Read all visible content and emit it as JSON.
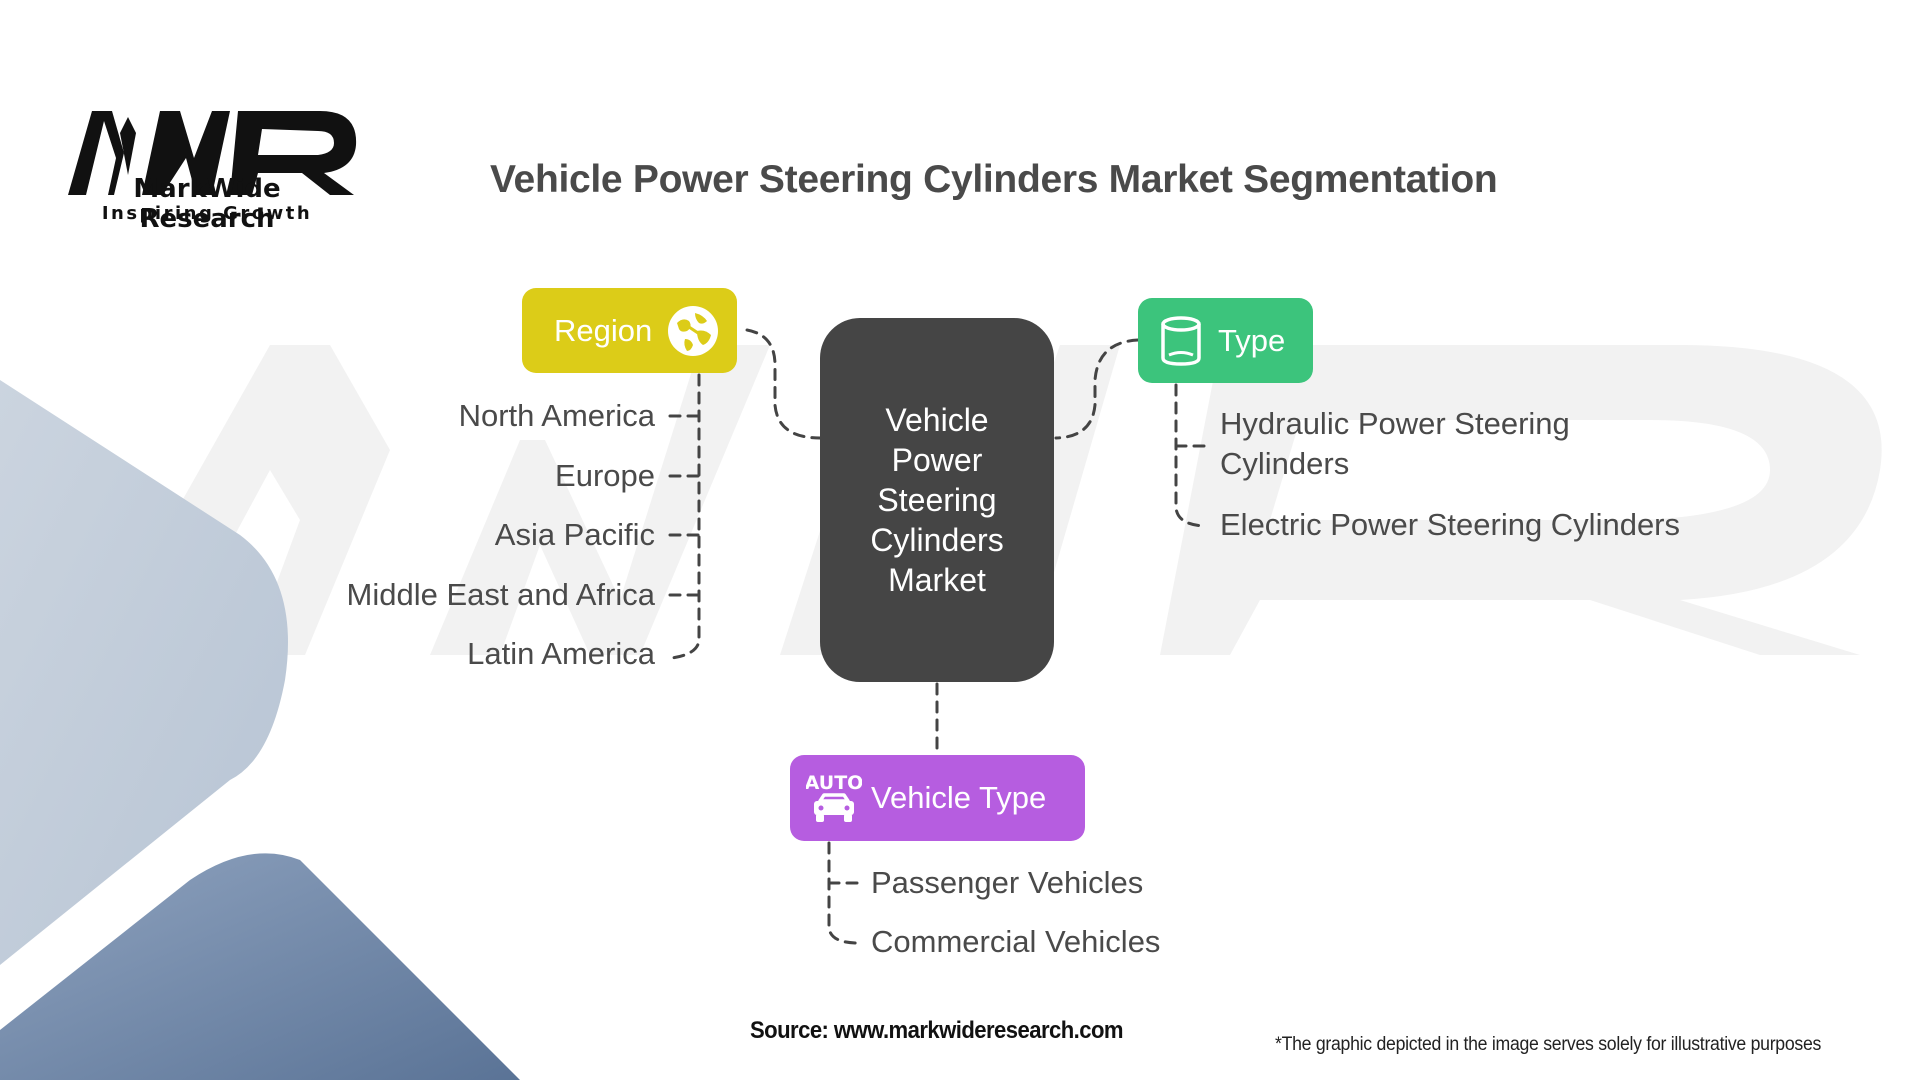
{
  "brand": {
    "logo_letters": "MWR",
    "name": "MarkWide Research",
    "tagline": "Inspiring Growth"
  },
  "title": "Vehicle Power Steering Cylinders Market Segmentation",
  "center": {
    "label": "Vehicle Power Steering Cylinders Market"
  },
  "segments": {
    "region": {
      "label": "Region",
      "icon": "globe-icon",
      "color": "#dccc18",
      "items": [
        "North America",
        "Europe",
        "Asia Pacific",
        "Middle East and Africa",
        "Latin America"
      ]
    },
    "type": {
      "label": "Type",
      "icon": "cylinder-icon",
      "color": "#3cc47c",
      "items": [
        "Hydraulic Power Steering Cylinders",
        "Electric Power Steering Cylinders"
      ],
      "item_lines": [
        [
          "Hydraulic Power Steering",
          "Cylinders"
        ],
        [
          "Electric Power Steering Cylinders"
        ]
      ]
    },
    "vehicle_type": {
      "label": "Vehicle Type",
      "icon": "auto-car-icon",
      "icon_text": "AUTO",
      "color": "#b65de0",
      "items": [
        "Passenger Vehicles",
        "Commercial Vehicles"
      ]
    }
  },
  "center_color": "#454545",
  "footer": {
    "source": "Source: www.markwideresearch.com",
    "disclaimer": "*The graphic depicted in the image serves solely for illustrative purposes"
  }
}
